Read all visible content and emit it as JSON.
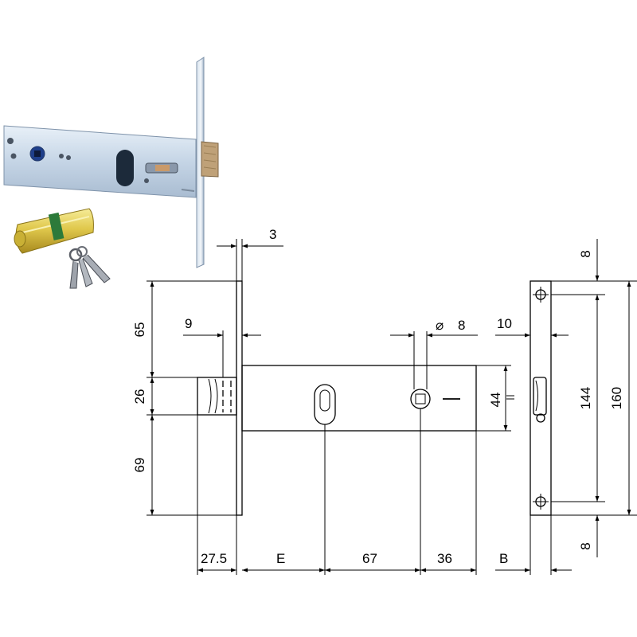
{
  "dimensions": {
    "top_width": "3",
    "upper_height": "65",
    "latch_offset": "9",
    "latch_height": "26",
    "lower_height": "69",
    "spindle_diameter": "8",
    "faceplate_width": "10",
    "body_height": "44",
    "top_margin": "8",
    "bottom_margin": "8",
    "hole_spacing": "144",
    "faceplate_height": "160",
    "backset_latch": "27.5",
    "backset": "E",
    "cylinder_distance": "67",
    "end_distance": "36",
    "faceplate_thickness": "B"
  },
  "diameter_symbol": "⌀",
  "colors": {
    "steel": "#c9d8e8",
    "brass": "#d8c24a",
    "latch_bronze": "#b89868",
    "line": "#000000"
  }
}
